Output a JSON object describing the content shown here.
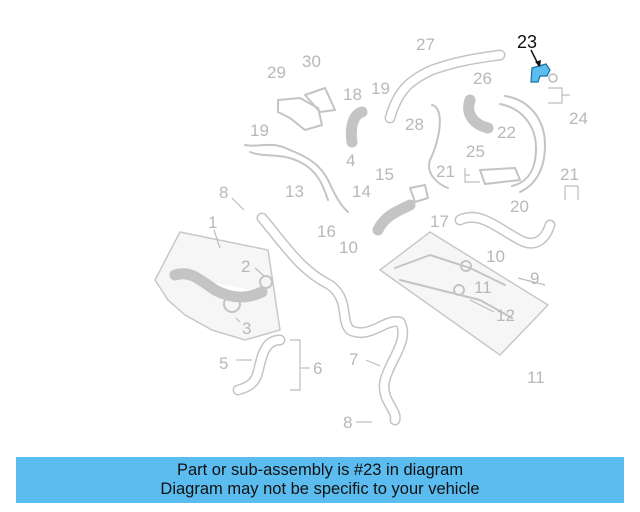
{
  "diagram": {
    "callouts": {
      "c1": "1",
      "c2": "2",
      "c3": "3",
      "c4": "4",
      "c5": "5",
      "c6": "6",
      "c7": "7",
      "c8a": "8",
      "c8b": "8",
      "c9": "9",
      "c10a": "10",
      "c10b": "10",
      "c11a": "11",
      "c11b": "11",
      "c12": "12",
      "c13": "13",
      "c14": "14",
      "c15": "15",
      "c16": "16",
      "c17": "17",
      "c18": "18",
      "c19a": "19",
      "c19b": "19",
      "c20": "20",
      "c21a": "21",
      "c21b": "21",
      "c22": "22",
      "c23": "23",
      "c24": "24",
      "c25": "25",
      "c26": "26",
      "c27": "27",
      "c28": "28",
      "c29": "29",
      "c30": "30"
    },
    "highlight_color": "#5bbcf0"
  },
  "banner": {
    "line1": "Part or sub-assembly is #23 in diagram",
    "line2": "Diagram may not be specific to your vehicle",
    "background": "#5bbcf0"
  }
}
